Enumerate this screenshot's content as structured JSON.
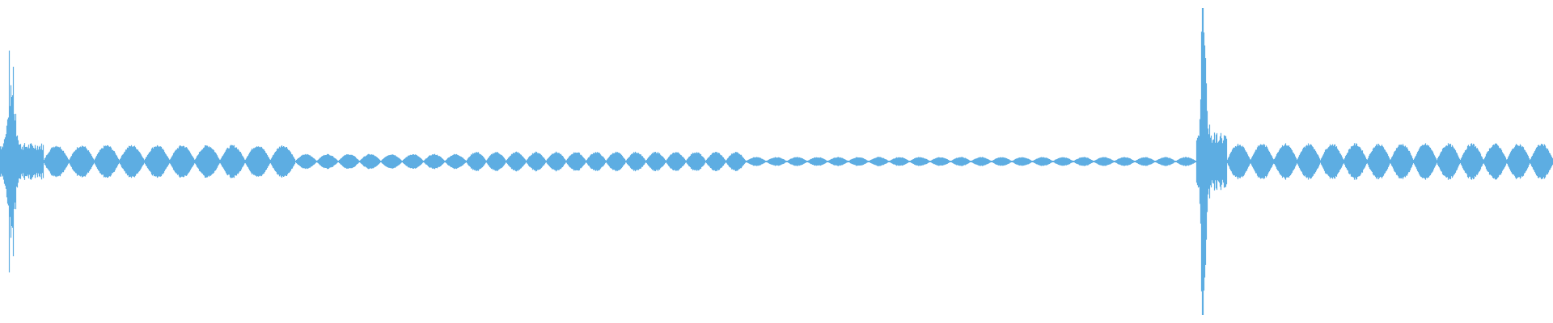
{
  "waveform": {
    "color": "#5dade2",
    "background": "#ffffff",
    "segments": [
      {
        "t0": 0.0,
        "t1": 0.028,
        "amp": 0.35,
        "kind": "transient",
        "peak": 0.52
      },
      {
        "t0": 0.028,
        "t1": 0.19,
        "amp": 0.11,
        "kind": "beats",
        "beats": 10
      },
      {
        "t0": 0.19,
        "t1": 0.3,
        "amp": 0.05,
        "kind": "beats",
        "beats": 8
      },
      {
        "t0": 0.3,
        "t1": 0.48,
        "amp": 0.065,
        "kind": "beats",
        "beats": 14
      },
      {
        "t0": 0.48,
        "t1": 0.77,
        "amp": 0.03,
        "kind": "beats",
        "beats": 22
      },
      {
        "t0": 0.77,
        "t1": 0.79,
        "amp": 0.55,
        "kind": "transient",
        "peak": 0.98
      },
      {
        "t0": 0.79,
        "t1": 1.0,
        "amp": 0.12,
        "kind": "beats",
        "beats": 14
      }
    ]
  }
}
